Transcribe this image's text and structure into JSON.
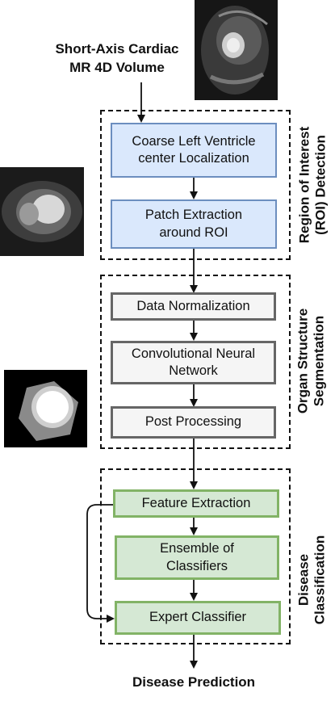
{
  "input_label": "Short-Axis Cardiac\nMR 4D Volume",
  "output_label": "Disease Prediction",
  "groups": {
    "roi": {
      "label_line1": "Region of  Interest",
      "label_line2": "(ROI) Detection",
      "steps": [
        "Coarse Left Ventricle center Localization",
        "Patch Extraction around ROI"
      ]
    },
    "segmentation": {
      "label_line1": "Organ Structure",
      "label_line2": "Segmentation",
      "steps": [
        "Data Normalization",
        "Convolutional Neural  Network",
        "Post Processing"
      ]
    },
    "classification": {
      "label_line1": "Disease",
      "label_line2": "Classification",
      "steps": [
        "Feature Extraction",
        "Ensemble of Classifiers",
        "Expert Classifier"
      ]
    }
  },
  "colors": {
    "roi_fill": "#dae8fc",
    "roi_border": "#6c8ebf",
    "seg_fill": "#f5f5f5",
    "seg_border": "#666666",
    "cls_fill": "#d5e8d4",
    "cls_border": "#82b366"
  }
}
